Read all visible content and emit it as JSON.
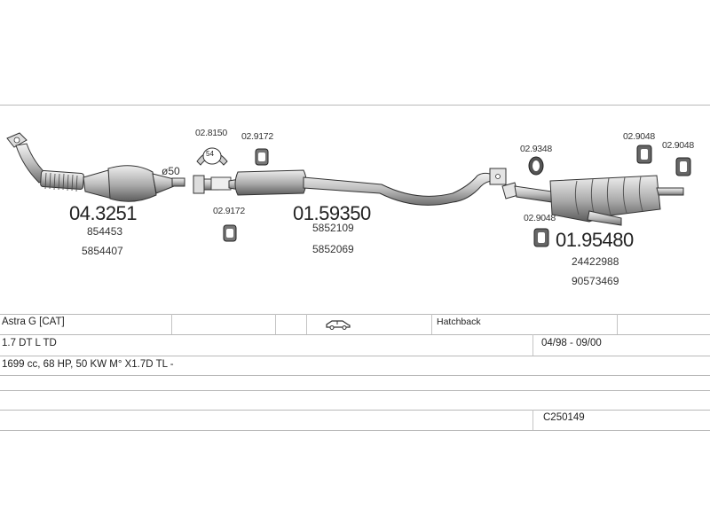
{
  "diagram": {
    "labels": {
      "cat_code": "04.3251",
      "cat_ref1": "854453",
      "cat_ref2": "5854407",
      "diameter": "ø50",
      "clamp": "02.8150",
      "clamp_size": "54",
      "hanger_a": "02.9172",
      "hanger_b": "02.9172",
      "mid_code": "01.59350",
      "mid_ref1": "5852109",
      "mid_ref2": "5852069",
      "ring": "02.9348",
      "hanger_c": "02.9048",
      "hanger_d": "02.9048",
      "hanger_e": "02.9048",
      "rear_code": "01.95480",
      "rear_ref1": "24422988",
      "rear_ref2": "90573469"
    }
  },
  "table": {
    "model": "Astra G  [CAT]",
    "body_type": "Hatchback",
    "body_icon": "car-hatchback-icon",
    "engine": "1.7 DT L TD",
    "years": "04/98 - 09/00",
    "spec": "1699 cc, 68 HP, 50 KW  M° X1.7D TL -",
    "code": "C250149"
  }
}
